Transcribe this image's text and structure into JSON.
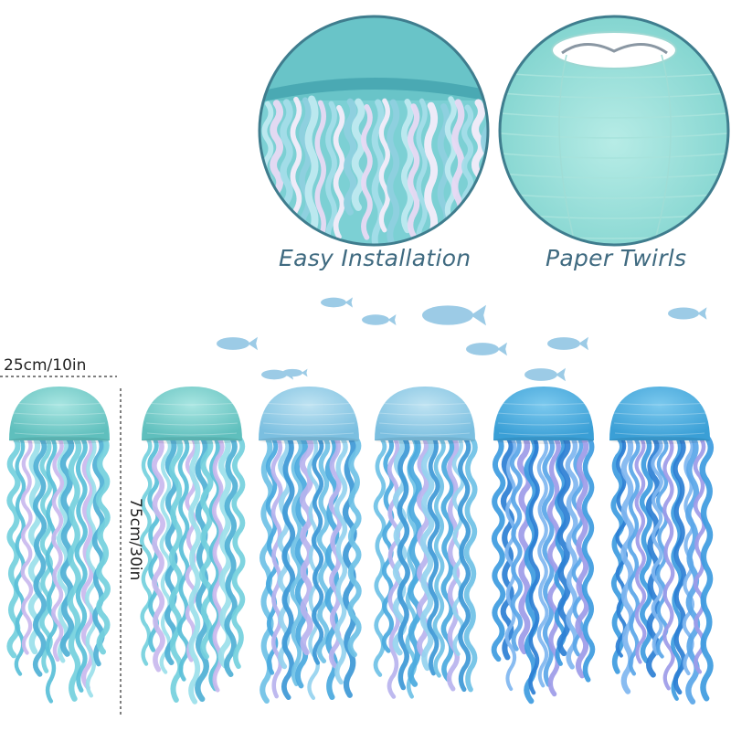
{
  "captions": {
    "left": "Easy Installation",
    "right": "Paper Twirls"
  },
  "dimensions": {
    "width": "25cm/10in",
    "height": "75cm/30in"
  },
  "colors": {
    "lantern_teal": "#7fd3d0",
    "lantern_sky": "#9ad1ea",
    "lantern_blue": "#4fb4e3",
    "fish": "#9ccbe6",
    "caption": "#3f6a80",
    "circle_border": "#3f7d8e"
  },
  "lanterns": [
    {
      "color": "teal"
    },
    {
      "color": "teal"
    },
    {
      "color": "sky"
    },
    {
      "color": "sky"
    },
    {
      "color": "blue"
    },
    {
      "color": "blue"
    }
  ]
}
